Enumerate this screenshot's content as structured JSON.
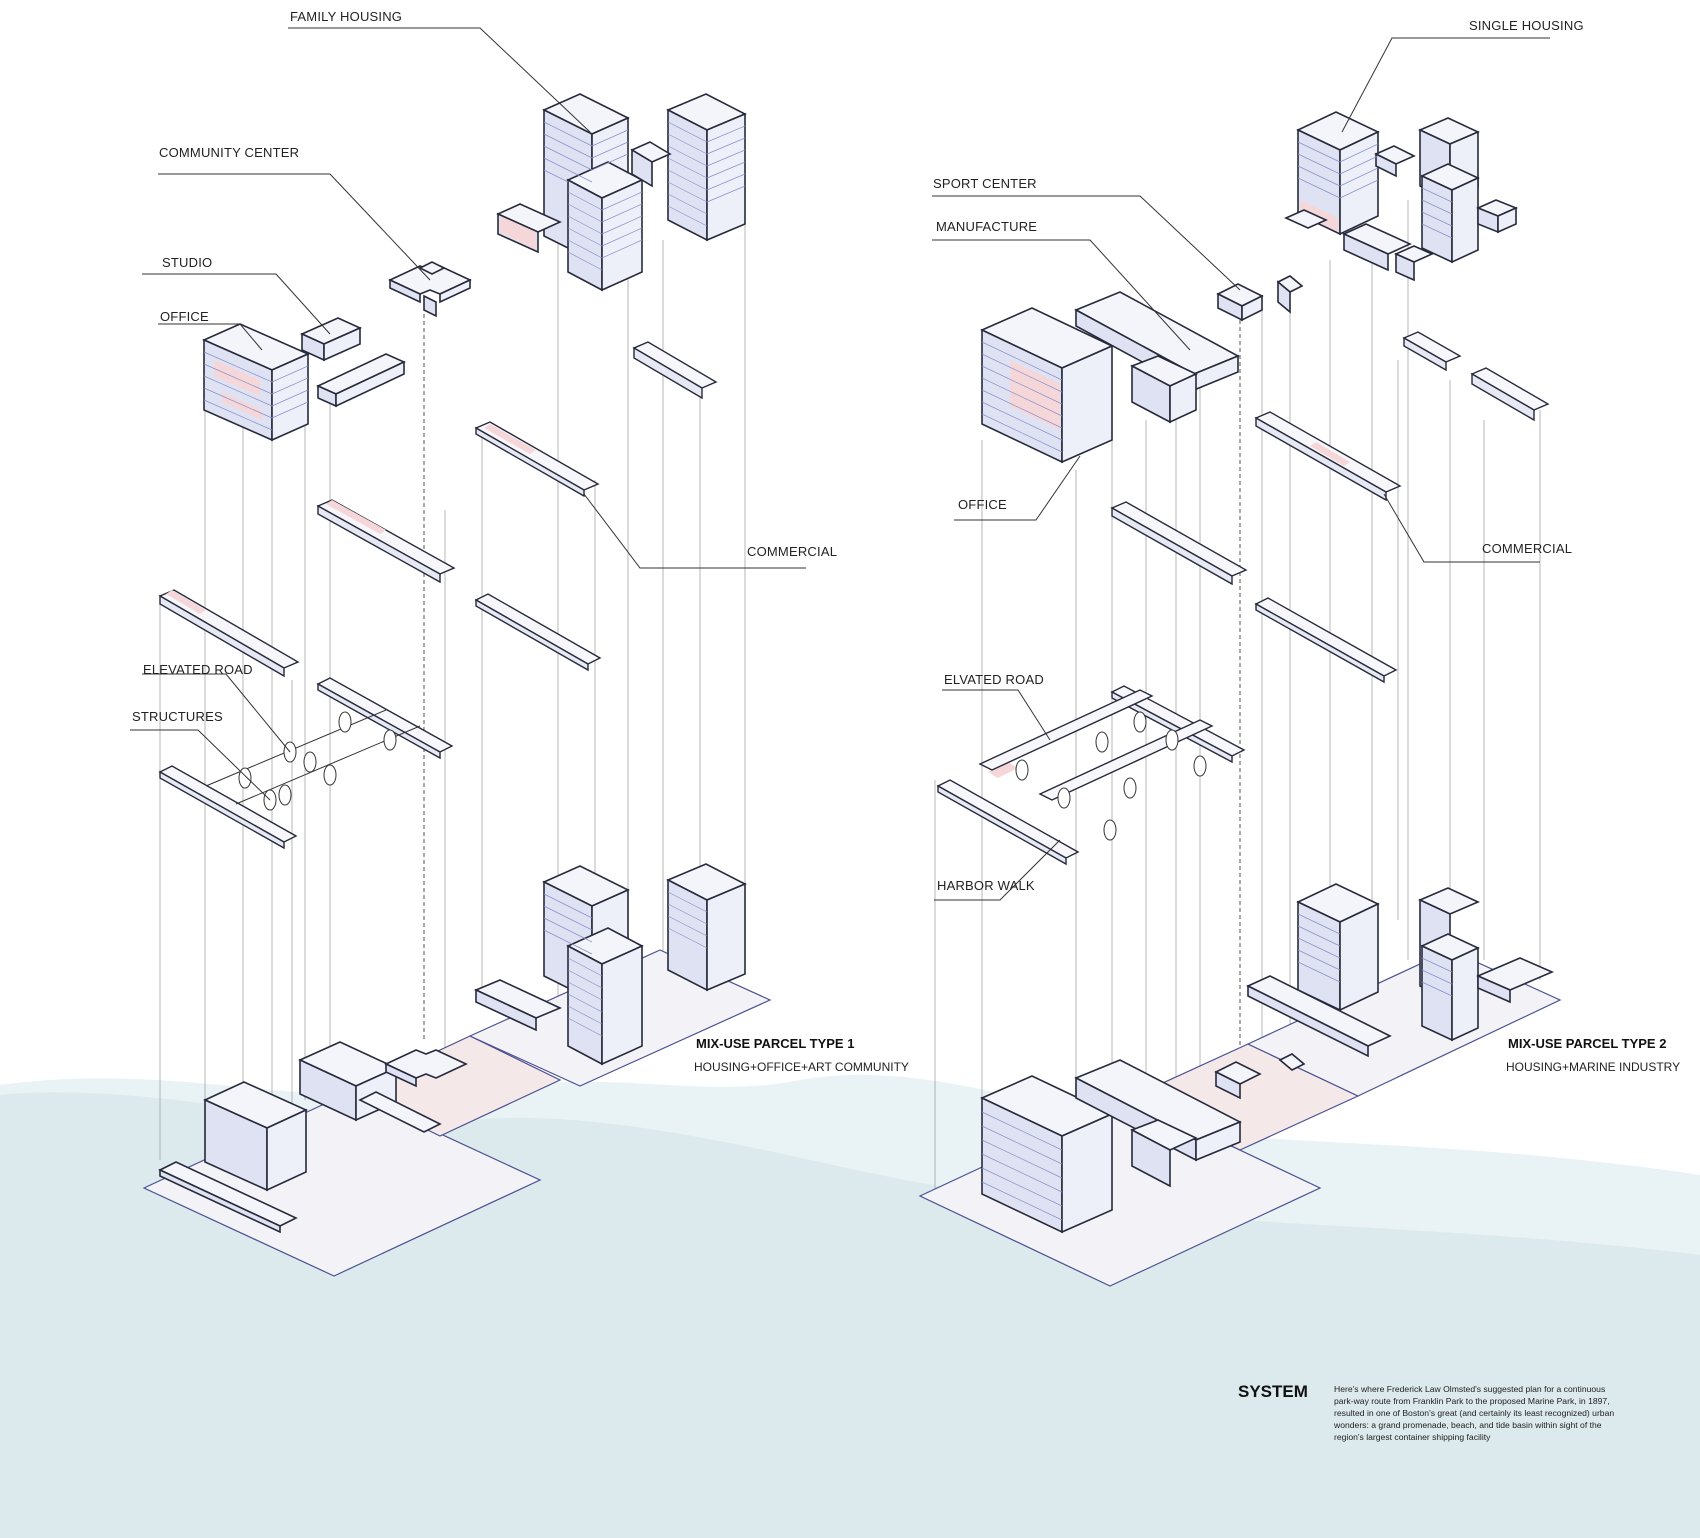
{
  "labels": {
    "family_housing": "FAMILY HOUSING",
    "community_center": "COMMUNITY CENTER",
    "studio": "STUDIO",
    "office_left": "OFFICE",
    "commercial_left": "COMMERCIAL",
    "elevated_road_left": "ELEVATED ROAD",
    "structures": "STRUCTURES",
    "single_housing": "SINGLE HOUSING",
    "sport_center": "SPORT CENTER",
    "manufacture": "MANUFACTURE",
    "office_right": "OFFICE",
    "commercial_right": "COMMERCIAL",
    "elevated_road_right": "ELVATED ROAD",
    "harbor_walk": "HARBOR WALK"
  },
  "parcels": {
    "type1": {
      "title": "MIX-USE PARCEL  TYPE 1",
      "subtitle": "HOUSING+OFFICE+ART COMMUNITY"
    },
    "type2": {
      "title": "MIX-USE PARCEL  TYPE 2",
      "subtitle": "HOUSING+MARINE INDUSTRY"
    }
  },
  "system": {
    "title": "SYSTEM",
    "text": "Here's where Frederick Law Olmsted's suggested plan for a continuous park-way route from Franklin Park to the proposed Marine Park, in 1897, resulted in one of Boston's great (and certainly its least recognized) urban wonders: a grand promenade, beach, and tide basin within sight of the region's largest container shipping facility"
  },
  "colors": {
    "water": "#dce9ed",
    "water_light": "#e9f2f4",
    "building_line": "#262a3a",
    "floor_line": "#8891c9",
    "accent_pink": "#f6d7d9"
  }
}
